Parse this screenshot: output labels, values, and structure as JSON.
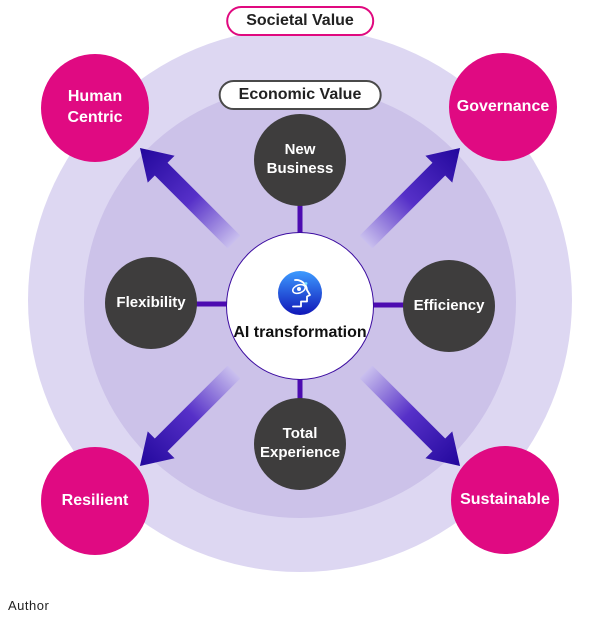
{
  "pills": {
    "societal": {
      "label": "Societal Value"
    },
    "economic": {
      "label": "Economic Value"
    }
  },
  "center": {
    "label": "AI transformation",
    "icon": "ai-head-icon"
  },
  "inner_nodes": [
    {
      "id": "new-business",
      "label": "New Business"
    },
    {
      "id": "efficiency",
      "label": "Efficiency"
    },
    {
      "id": "total-experience",
      "label": "Total Experience"
    },
    {
      "id": "flexibility",
      "label": "Flexibility"
    }
  ],
  "outer_nodes": [
    {
      "id": "human-centric",
      "label": "Human Centric"
    },
    {
      "id": "governance",
      "label": "Governance"
    },
    {
      "id": "resilient",
      "label": "Resilient"
    },
    {
      "id": "sustainable",
      "label": "Sustainable"
    }
  ],
  "footer": {
    "author_label": "Author"
  },
  "colors": {
    "magenta": "#e00a82",
    "dark_node": "#3e3d3d",
    "arrow_dark": "#22079c",
    "connector": "#4c0bb0",
    "outer_ring": "#ddd7f2",
    "inner_ring": "#ccc2e9"
  }
}
